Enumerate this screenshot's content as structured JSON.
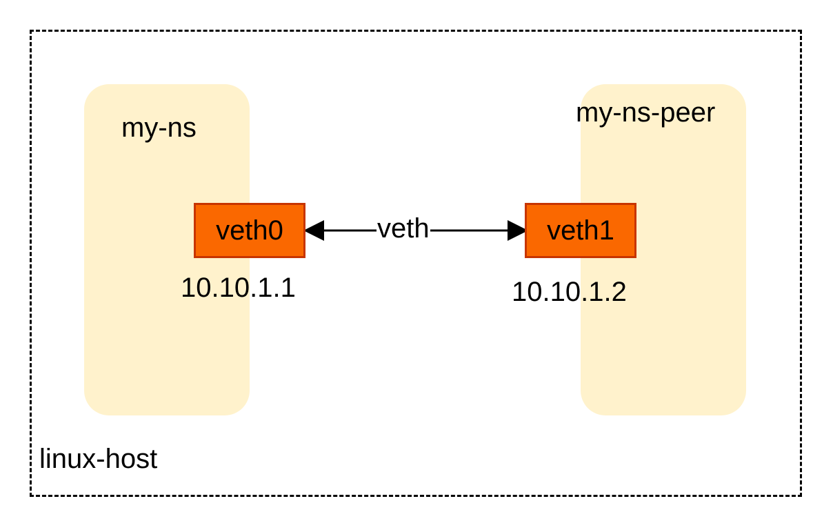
{
  "diagram": {
    "host_label": "linux-host",
    "namespaces": [
      {
        "name": "my-ns",
        "interface": "veth0",
        "ip": "10.10.1.1"
      },
      {
        "name": "my-ns-peer",
        "interface": "veth1",
        "ip": "10.10.1.2"
      }
    ],
    "link": {
      "label": "veth",
      "direction": "bidirectional"
    }
  },
  "colors": {
    "namespace_fill": "#fff2cc",
    "interface_fill": "#fa6800",
    "interface_border": "#c73500",
    "line": "#000000"
  }
}
